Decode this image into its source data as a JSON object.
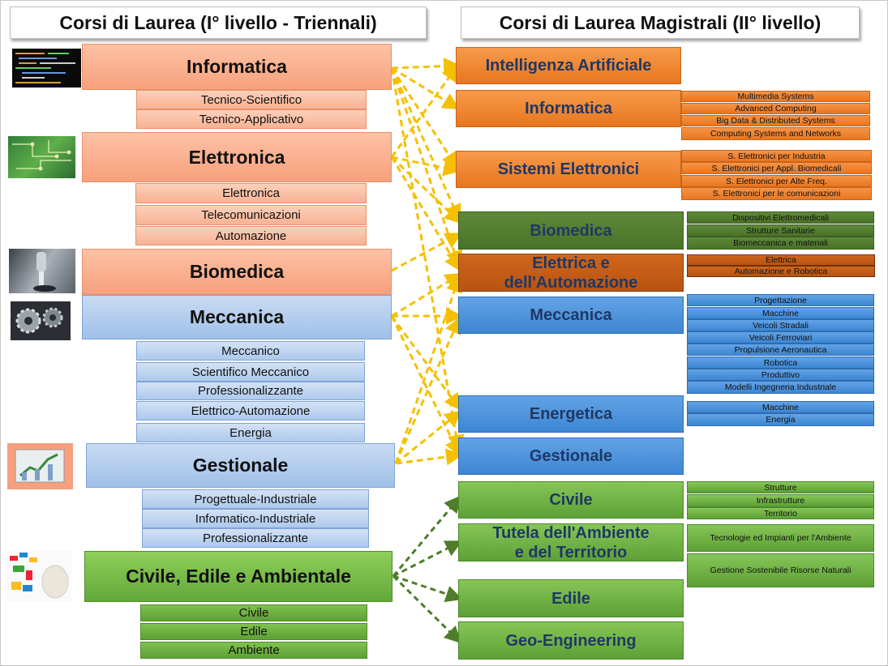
{
  "headers": {
    "left": "Corsi di Laurea (I° livello - Triennali)",
    "right": "Corsi di Laurea Magistrali (II° livello)"
  },
  "triennali": {
    "informatica": {
      "title": "Informatica",
      "subs": [
        "Tecnico-Scientifico",
        "Tecnico-Applicativo"
      ]
    },
    "elettronica": {
      "title": "Elettronica",
      "subs": [
        "Elettronica",
        "Telecomunicazioni",
        "Automazione"
      ]
    },
    "biomedica": {
      "title": "Biomedica"
    },
    "meccanica": {
      "title": "Meccanica",
      "subs": [
        "Meccanico",
        "Scientifico Meccanico",
        "Professionalizzante",
        "Elettrico-Automazione",
        "Energia"
      ]
    },
    "gestionale": {
      "title": "Gestionale",
      "subs": [
        "Progettuale-Industriale",
        "Informatico-Industriale",
        "Professionalizzante"
      ]
    },
    "civile": {
      "title": "Civile, Edile e Ambientale",
      "subs": [
        "Civile",
        "Edile",
        "Ambiente"
      ]
    }
  },
  "magistrali": {
    "ia": {
      "title": "Intelligenza Artificiale"
    },
    "informatica": {
      "title": "Informatica",
      "subs": [
        "Multimedia Systems",
        "Advanced Computing",
        "Big Data & Distributed Systems",
        "Computing Systems and Networks"
      ]
    },
    "sistemi": {
      "title": "Sistemi Elettronici",
      "subs": [
        "S. Elettronici per Industria",
        "S. Elettronici per Appl.  Biomedicali",
        "S. Elettronici per Alte Freq.",
        "S. Elettronici per le comunicazioni"
      ]
    },
    "biomedica": {
      "title": "Biomedica",
      "subs": [
        "Dispositivi Elettromedicali",
        "Strutture Sanitarie",
        "Biomeccanica e materiali"
      ]
    },
    "elettrica": {
      "title_line1": "Elettrica e",
      "title_line2": "dell'Automazione",
      "subs": [
        "Elettrica",
        "Automazione e Robotica"
      ]
    },
    "meccanica": {
      "title": "Meccanica",
      "subs": [
        "Progettazione",
        "Macchine",
        "Veicoli Stradali",
        "Veicoli Ferroviari",
        "Propulsione Aeronautica",
        "Robotica",
        "Produttivo",
        "Modelli Ingegneria Industriale"
      ]
    },
    "energetica": {
      "title": "Energetica",
      "subs": [
        "Macchine",
        "Energia"
      ]
    },
    "gestionale": {
      "title": "Gestionale"
    },
    "civile": {
      "title": "Civile",
      "subs": [
        "Strutture",
        "Infrastrutture",
        "Territorio"
      ]
    },
    "tutela": {
      "title_line1": "Tutela dell'Ambiente",
      "title_line2": "e del Territorio",
      "subs": [
        "Tecnologie ed Impianti per l'Ambiente",
        "Gestione Sostenibile Risorse Naturali"
      ]
    },
    "edile": {
      "title": "Edile"
    },
    "geo": {
      "title": "Geo-Engineering"
    }
  },
  "colors": {
    "arrow_yellow": "#f5c000",
    "arrow_green": "#4f7d2a",
    "orange": "#f7a07c",
    "blue": "#9fc0e8",
    "green": "#62a83a"
  }
}
